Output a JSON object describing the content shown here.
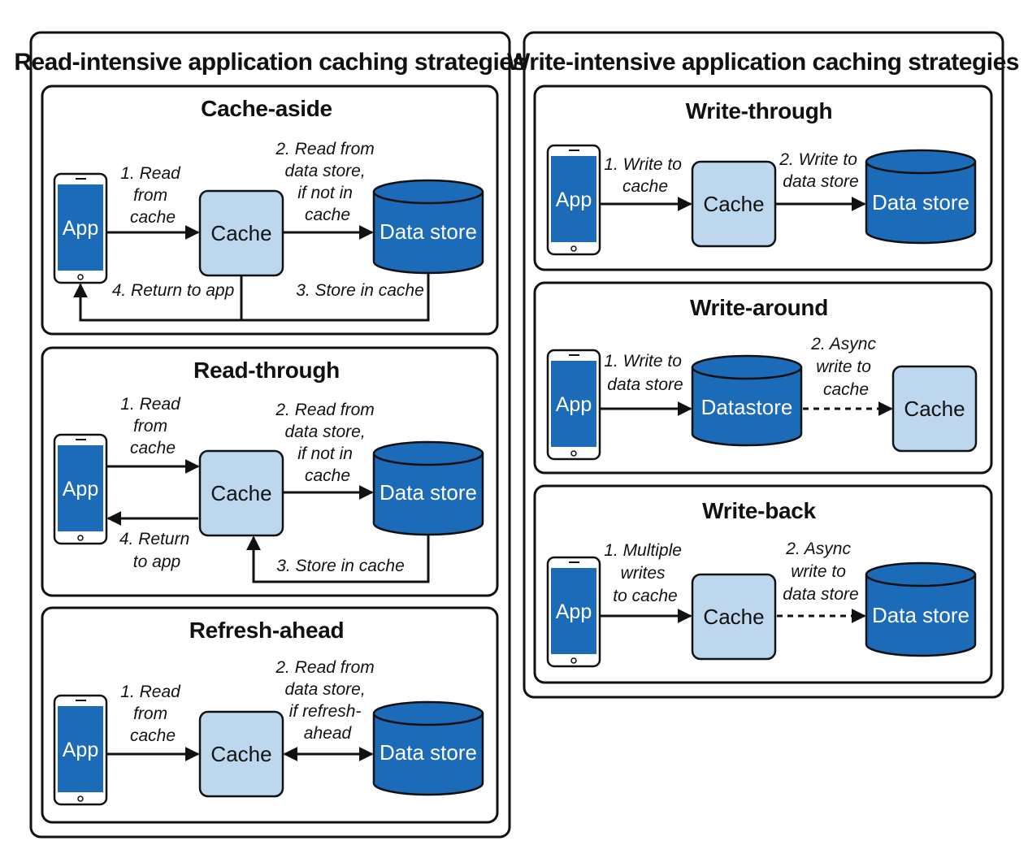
{
  "colors": {
    "dark_blue": "#1b6bb8",
    "light_blue": "#bcd7ee",
    "stroke": "#111111"
  },
  "read_panel": {
    "title": "Read-intensive application caching strategies",
    "cache_aside": {
      "title": "Cache-aside",
      "app": "App",
      "cache": "Cache",
      "store": "Data store",
      "l1": [
        "1. Read",
        "from",
        "cache"
      ],
      "l2": [
        "2. Read from",
        "data store,",
        "if not in",
        "cache"
      ],
      "l3": "3. Store in cache",
      "l4": "4. Return to app"
    },
    "read_through": {
      "title": "Read-through",
      "app": "App",
      "cache": "Cache",
      "store": "Data store",
      "l1": [
        "1. Read",
        "from",
        "cache"
      ],
      "l2": [
        "2. Read from",
        "data store,",
        "if not in",
        "cache"
      ],
      "l3": "3. Store in cache",
      "l4": [
        "4. Return",
        "to app"
      ]
    },
    "refresh_ahead": {
      "title": "Refresh-ahead",
      "app": "App",
      "cache": "Cache",
      "store": "Data store",
      "l1": [
        "1. Read",
        "from",
        "cache"
      ],
      "l2": [
        "2. Read from",
        "data store,",
        "if refresh-",
        "ahead"
      ]
    }
  },
  "write_panel": {
    "title": "Write-intensive application caching strategies",
    "write_through": {
      "title": "Write-through",
      "app": "App",
      "cache": "Cache",
      "store": "Data store",
      "l1": [
        "1. Write to",
        "cache"
      ],
      "l2": [
        "2. Write to",
        "data store"
      ]
    },
    "write_around": {
      "title": "Write-around",
      "app": "App",
      "store": "Datastore",
      "cache": "Cache",
      "l1": [
        "1. Write to",
        "data store"
      ],
      "l2": [
        "2. Async",
        "write to",
        "cache"
      ]
    },
    "write_back": {
      "title": "Write-back",
      "app": "App",
      "cache": "Cache",
      "store": "Data store",
      "l1": [
        "1. Multiple",
        "writes",
        "to cache"
      ],
      "l2": [
        "2. Async",
        "write to",
        "data store"
      ]
    }
  }
}
